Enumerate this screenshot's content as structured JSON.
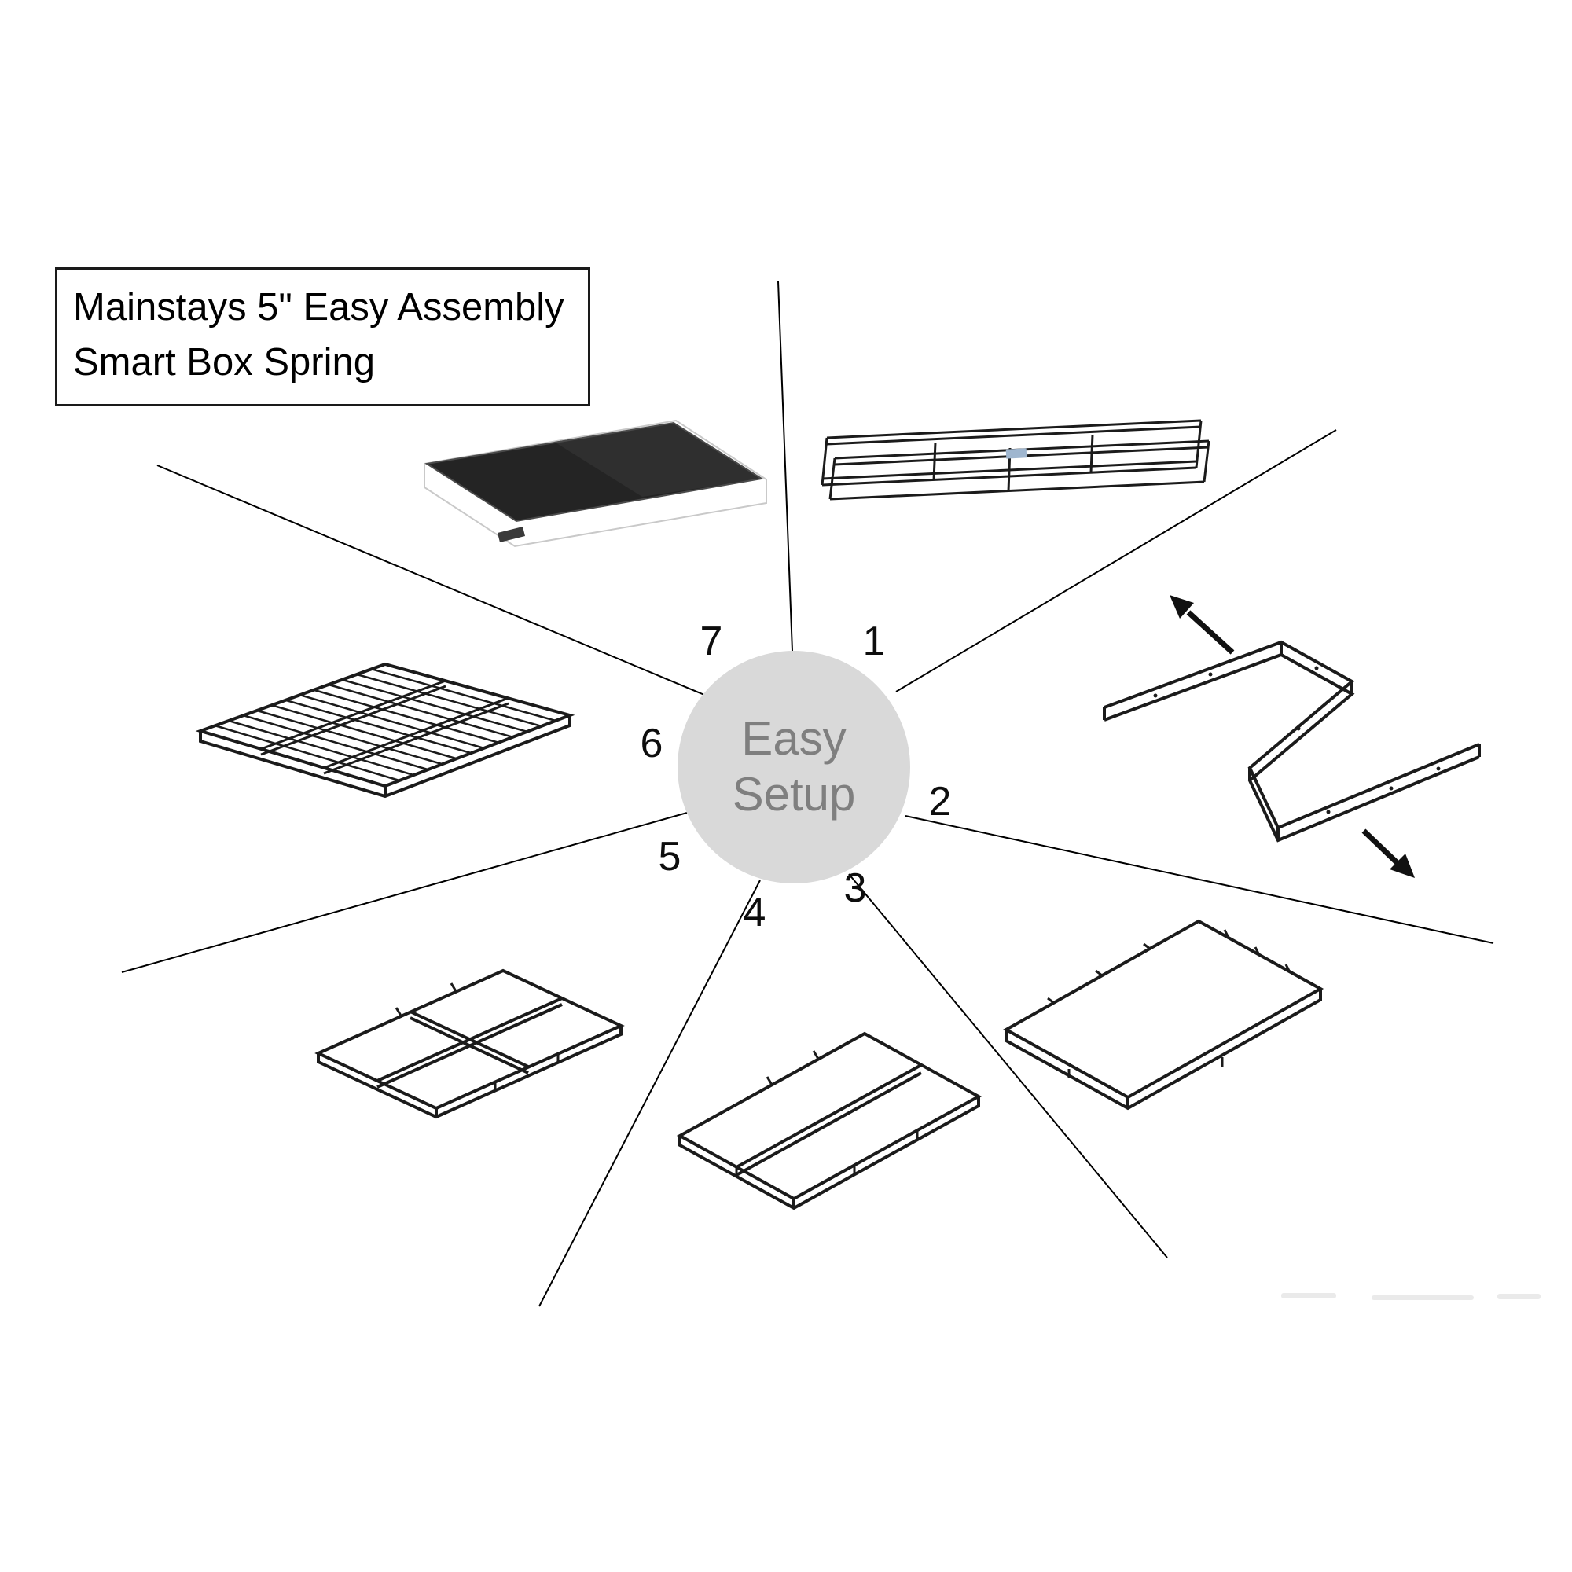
{
  "title": {
    "line1": "Mainstays 5\" Easy Assembly",
    "line2": "Smart Box Spring"
  },
  "center": {
    "line1": "Easy",
    "line2": "Setup"
  },
  "steps": [
    {
      "label": "1"
    },
    {
      "label": "2"
    },
    {
      "label": "3"
    },
    {
      "label": "4"
    },
    {
      "label": "5"
    },
    {
      "label": "6"
    },
    {
      "label": "7"
    }
  ],
  "icons": {
    "arrow_up_left": "arrow-up-left-icon",
    "arrow_down_right": "arrow-down-right-icon"
  },
  "colors": {
    "background": "#ffffff",
    "divider_line": "#000000",
    "circle_fill": "#d9d9d9",
    "circle_text": "#7f7f7f",
    "frame_metal": "#1b1b1b",
    "box_spring_top": "#242424",
    "title_text": "#000000"
  }
}
